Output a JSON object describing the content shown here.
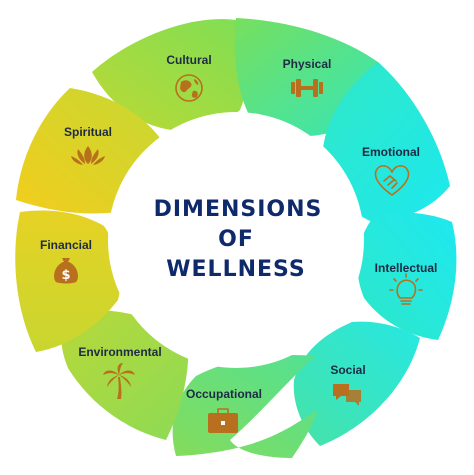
{
  "center_title": [
    "DIMENSIONS",
    "OF",
    "WELLNESS"
  ],
  "dimensions": [
    {
      "label": "Cultural",
      "icon": "globe-icon"
    },
    {
      "label": "Physical",
      "icon": "dumbbell-icon"
    },
    {
      "label": "Emotional",
      "icon": "heart-handshake-icon"
    },
    {
      "label": "Intellectual",
      "icon": "lightbulb-icon"
    },
    {
      "label": "Social",
      "icon": "chat-bubbles-icon"
    },
    {
      "label": "Occupational",
      "icon": "briefcase-icon"
    },
    {
      "label": "Environmental",
      "icon": "palm-tree-icon"
    },
    {
      "label": "Financial",
      "icon": "money-bag-icon"
    },
    {
      "label": "Spiritual",
      "icon": "lotus-icon"
    }
  ],
  "colors": {
    "green": "#9fd83a",
    "teal": "#2ee8cf",
    "cyan": "#22e9ee",
    "yellow": "#f2cd1c",
    "icon": "#b8701e",
    "text": "#1f2a44",
    "title": "#0f2a6b"
  }
}
